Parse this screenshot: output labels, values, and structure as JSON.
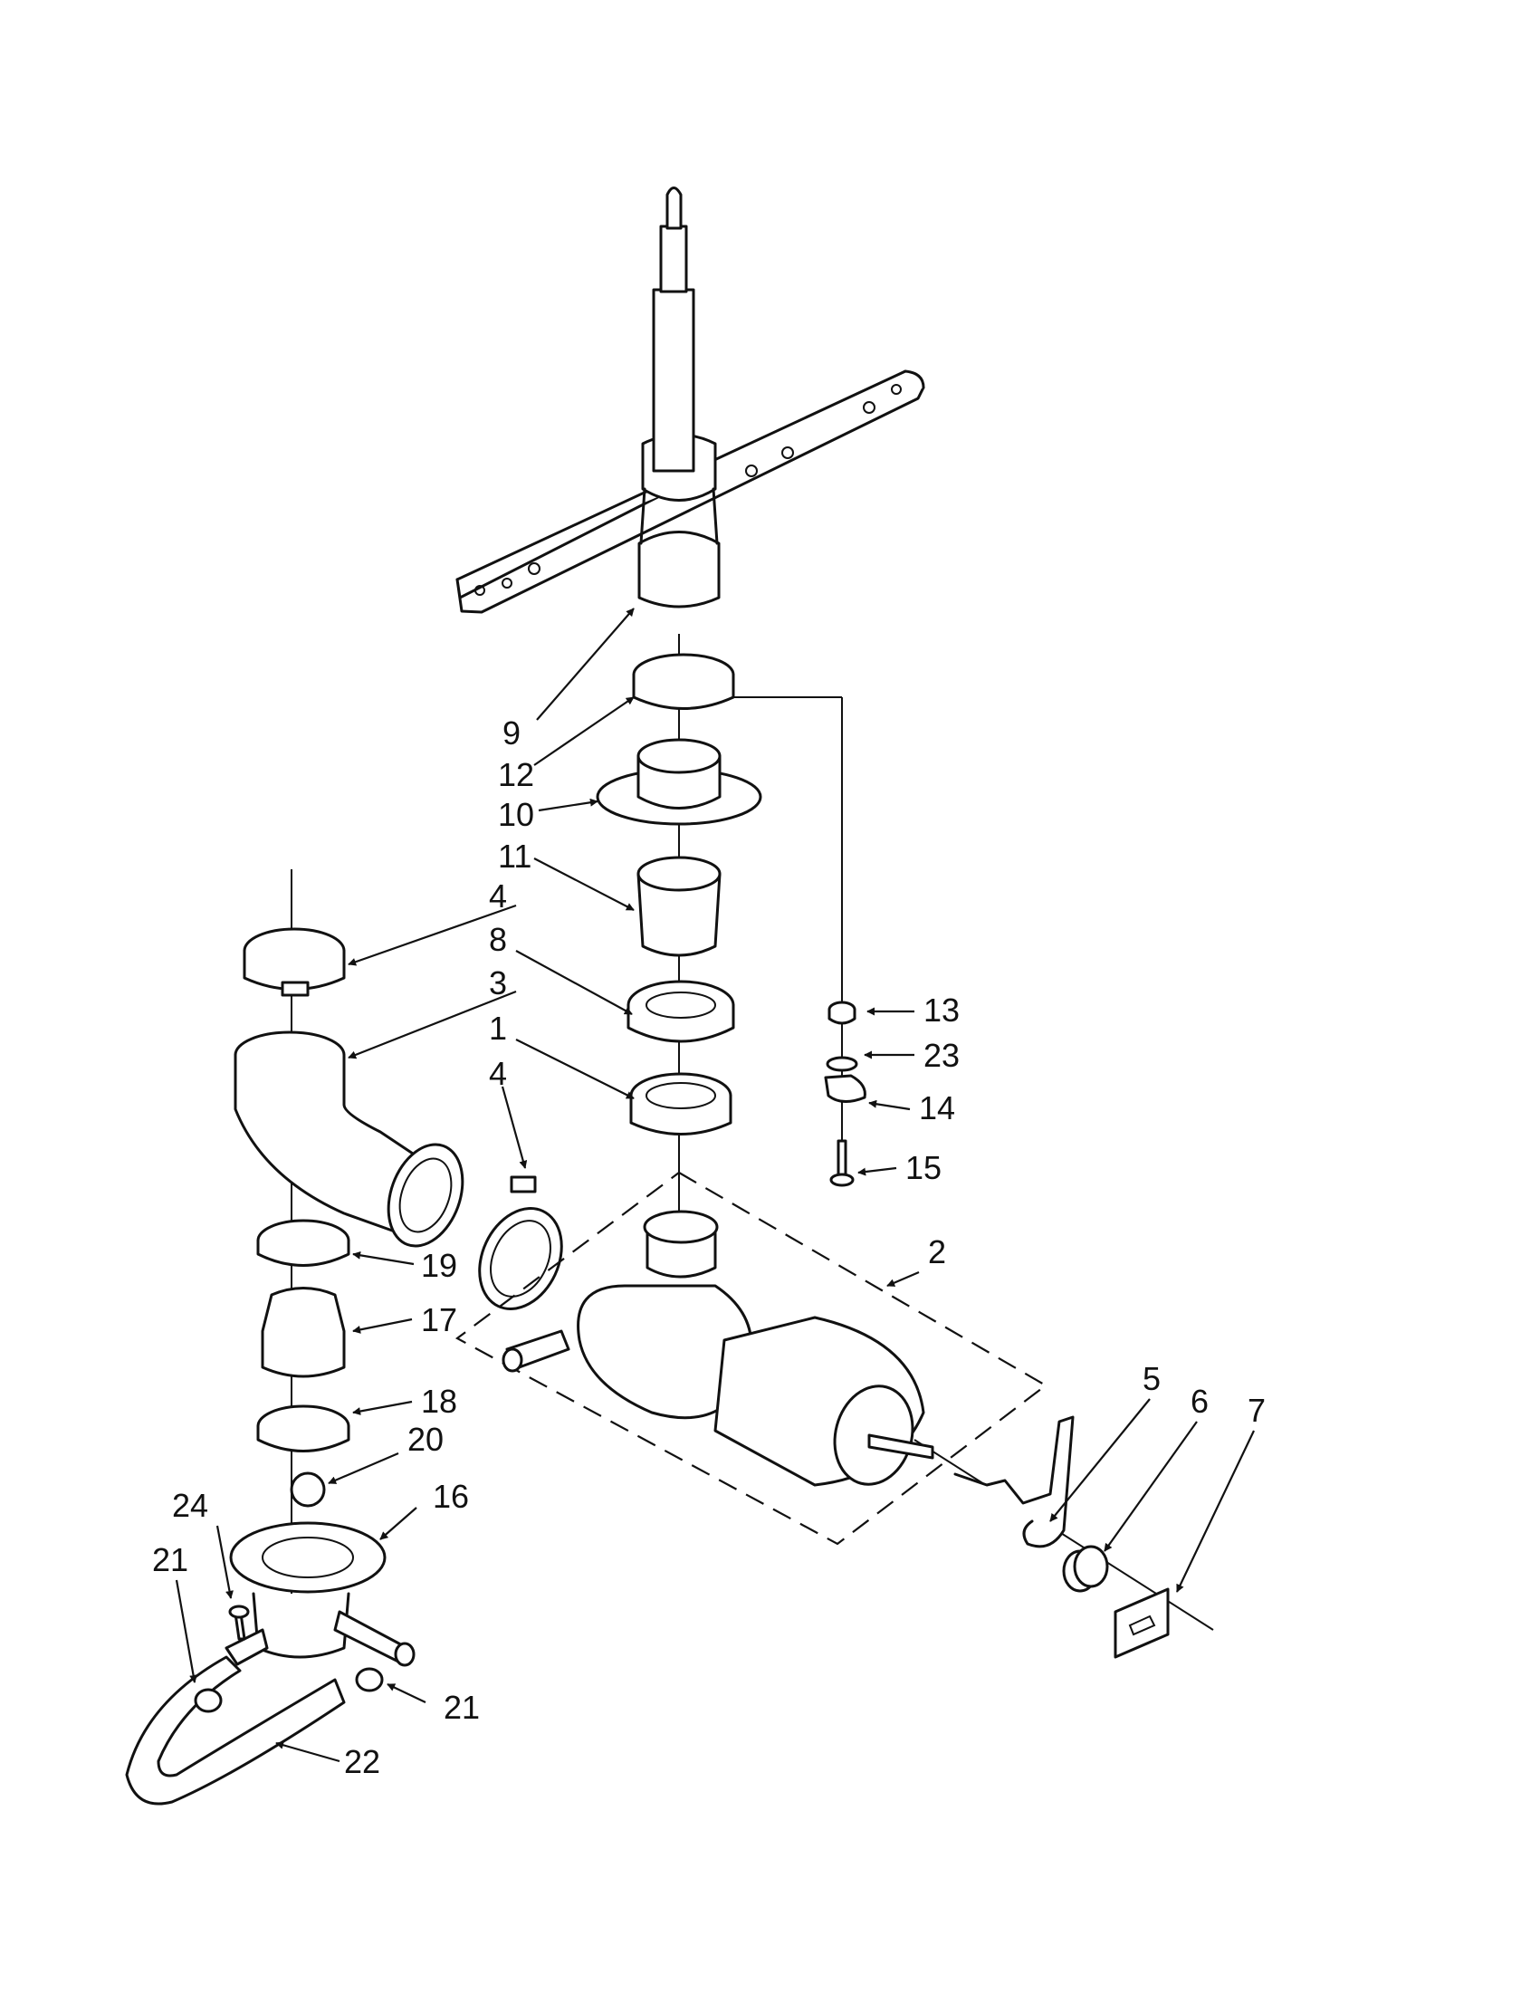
{
  "diagram": {
    "callouts": [
      {
        "id": "c9",
        "text": "9"
      },
      {
        "id": "c12",
        "text": "12"
      },
      {
        "id": "c10",
        "text": "10"
      },
      {
        "id": "c11",
        "text": "11"
      },
      {
        "id": "c4a",
        "text": "4"
      },
      {
        "id": "c8",
        "text": "8"
      },
      {
        "id": "c3",
        "text": "3"
      },
      {
        "id": "c1",
        "text": "1"
      },
      {
        "id": "c4b",
        "text": "4"
      },
      {
        "id": "c13",
        "text": "13"
      },
      {
        "id": "c23",
        "text": "23"
      },
      {
        "id": "c14",
        "text": "14"
      },
      {
        "id": "c15",
        "text": "15"
      },
      {
        "id": "c2",
        "text": "2"
      },
      {
        "id": "c19",
        "text": "19"
      },
      {
        "id": "c17",
        "text": "17"
      },
      {
        "id": "c18",
        "text": "18"
      },
      {
        "id": "c20",
        "text": "20"
      },
      {
        "id": "c16",
        "text": "16"
      },
      {
        "id": "c24",
        "text": "24"
      },
      {
        "id": "c21a",
        "text": "21"
      },
      {
        "id": "c21b",
        "text": "21"
      },
      {
        "id": "c22",
        "text": "22"
      },
      {
        "id": "c5",
        "text": "5"
      },
      {
        "id": "c6",
        "text": "6"
      },
      {
        "id": "c7",
        "text": "7"
      }
    ]
  }
}
